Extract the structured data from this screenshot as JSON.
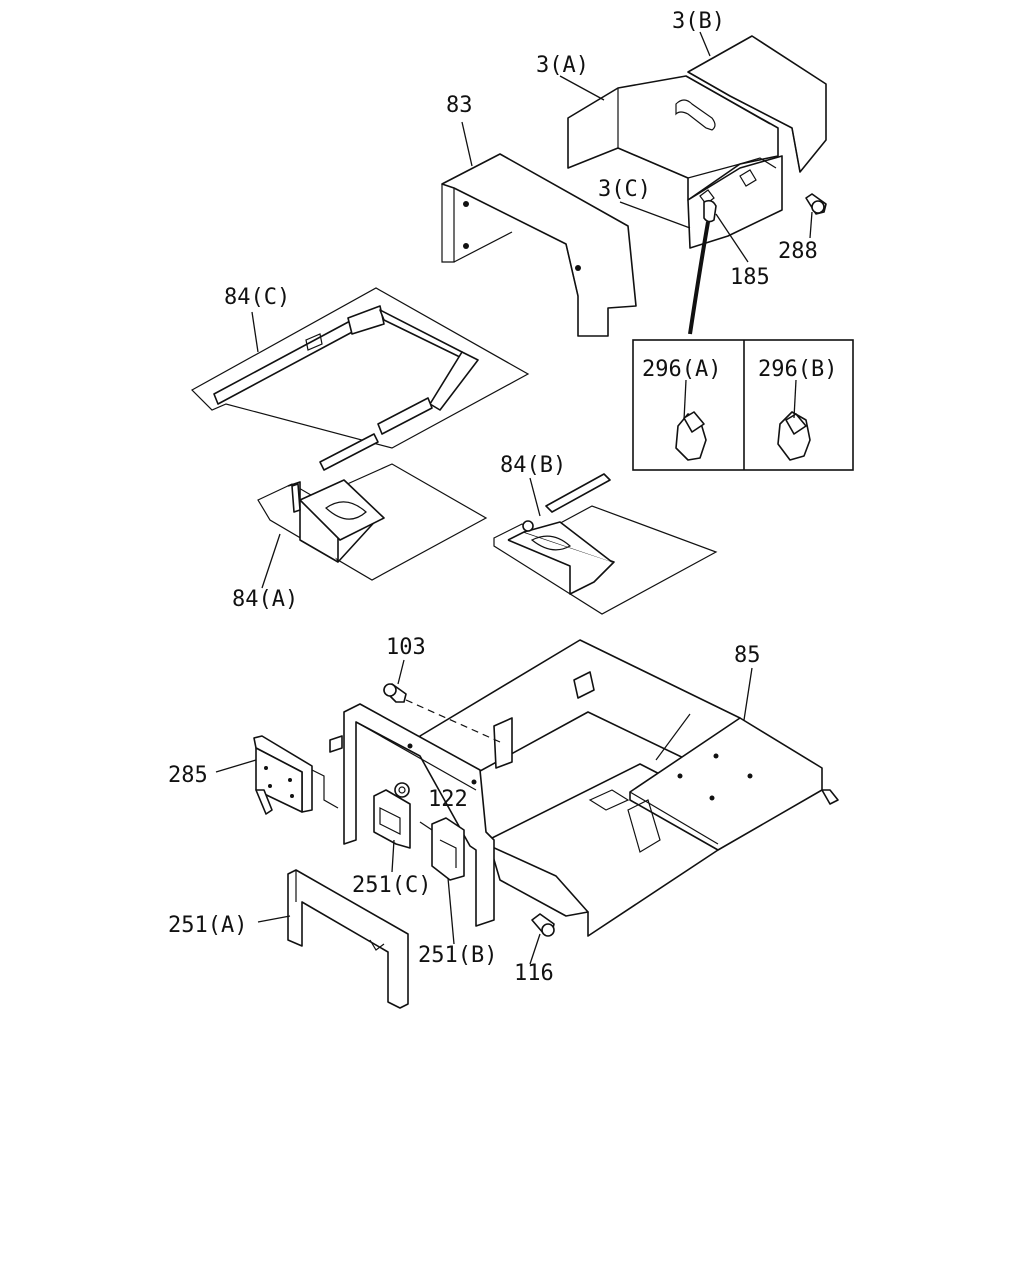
{
  "labels": {
    "l_3b": "3(B)",
    "l_3a": "3(A)",
    "l_83": "83",
    "l_3c": "3(C)",
    "l_288": "288",
    "l_185": "185",
    "l_84c": "84(C)",
    "l_296a": "296(A)",
    "l_296b": "296(B)",
    "l_84b": "84(B)",
    "l_84a": "84(A)",
    "l_103": "103",
    "l_85": "85",
    "l_285": "285",
    "l_122": "122",
    "l_251c": "251(C)",
    "l_251a": "251(A)",
    "l_251b": "251(B)",
    "l_116": "116"
  }
}
